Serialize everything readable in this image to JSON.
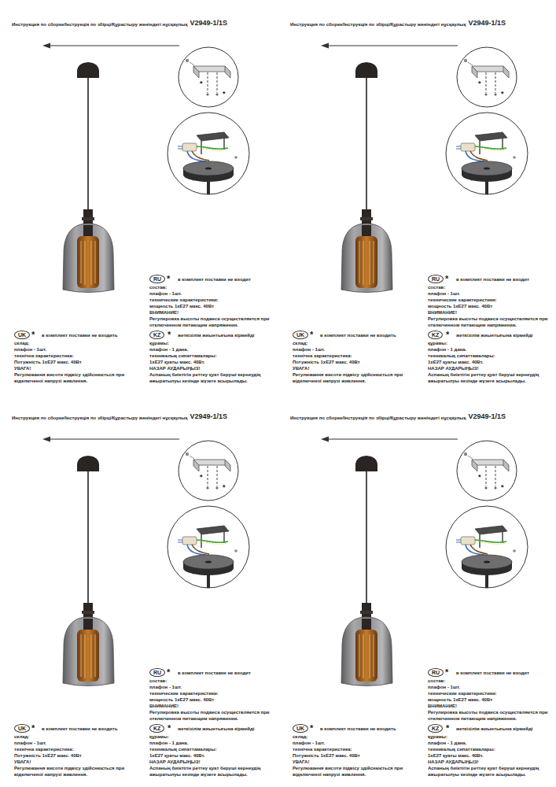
{
  "diagram": {
    "nodes": [
      {
        "text": [
          "RU"
        ]
      },
      {
        "text": [
          "UK"
        ]
      },
      {
        "text": [
          "KZ"
        ]
      },
      {
        "text": [
          "RU"
        ]
      },
      {
        "text": [
          "UK"
        ]
      },
      {
        "text": [
          "KZ"
        ]
      },
      {
        "text": [
          "RU"
        ]
      },
      {
        "text": [
          "UK"
        ]
      },
      {
        "text": [
          "KZ"
        ]
      },
      {
        "text": [
          "RU"
        ]
      },
      {
        "text": [
          "UK"
        ]
      },
      {
        "text": [
          "KZ"
        ]
      }
    ],
    "labels": [
      "Инструкция по сборке/Інструкція по збірці/Құрастыру жөніндегі нұсқаулық",
      "V2949-1/1S",
      "*",
      "*",
      "*",
      "в комплект поставки не входит",
      "состав:",
      "плафон - 1шт.",
      "технические характеристики:",
      "мощность 1xE27 макс. 40Вт",
      "ВНИМАНИЕ!",
      "Регулировка высоты подвеса осуществляется при отключенном питающем напряжении.",
      "*",
      "в комплект поставки не входить",
      "склад:",
      "плафон - 1шт.",
      "технічна характеристика:",
      "Потужність 1xE27 макс. 40Вт",
      "УВАГА!",
      "Регулювання висоти підвісу здійснюється при відключеної напрузі живлення.",
      "*",
      "жеткізілім жиынтығына кірмейді",
      "құрамы:",
      "плафон - 1 дана.",
      "техникалық сипаттамалары:",
      "1xE27 қуаты макс. 40Вт.",
      "НАЗАР АУДАРЫҢЫЗ!",
      "Аспаның биіктігін реттеу қуат беруші кернеудің ажыратылуы кезінде жүзеге асырылады.",
      "Инструкция по сборке/Інструкція по збірці/Құрастыру жөніндегі нұсқаулық",
      "V2949-1/1S",
      "*",
      "*",
      "*",
      "в комплект поставки не входит",
      "состав:",
      "плафон - 1шт.",
      "технические характеристики:",
      "мощность 1xE27 макс. 40Вт",
      "ВНИМАНИЕ!",
      "Регулировка высоты подвеса осуществляется при отключенном питающем напряжении.",
      "*",
      "в комплект поставки не входить",
      "склад:",
      "плафон - 1шт.",
      "технічна характеристика:",
      "Потужність 1xE27 макс. 40Вт",
      "УВАГА!",
      "Регулювання висоти підвісу здійснюється при відключеної напрузі живлення.",
      "*",
      "жеткізілім жиынтығына кірмейді",
      "құрамы:",
      "плафон - 1 дана.",
      "техникалық сипаттамалары:",
      "1xE27 қуаты макс. 40Вт.",
      "НАЗАР АУДАРЫҢЫЗ!",
      "Аспаның биіктігін реттеу қуат беруші кернеудің ажыратылуы кезінде жүзеге асырылады.",
      "Инструкция по сборке/Інструкція по збірці/Құрастыру жөніндегі нұсқаулық",
      "V2949-1/1S",
      "*",
      "*",
      "*",
      "в комплект поставки не входит",
      "состав:",
      "плафон - 1шт.",
      "технические характеристики:",
      "мощность 1xE27 макс. 40Вт",
      "ВНИМАНИЕ!",
      "Регулировка высоты подвеса осуществляется при отключенном питающем напряжении.",
      "*",
      "в комплект поставки не входить",
      "склад:",
      "плафон - 1шт.",
      "технічна характеристика:",
      "Потужність 1xE27 макс. 40Вт",
      "УВАГА!",
      "Регулювання висоти підвісу здійснюється при відключеної напрузі живлення.",
      "*",
      "жеткізілім жиынтығына кірмейді",
      "құрамы:",
      "плафон - 1 дана.",
      "техникалық сипаттамалары:",
      "1xE27 қуаты макс. 40Вт.",
      "НАЗАР АУДАРЫҢЫЗ!",
      "Аспаның биіктігін реттеу қуат беруші кернеудің ажыратылуы кезінде жүзеге асырылады.",
      "Инструкция по сборке/Інструкція по збірці/Құрастыру жөніндегі нұсқаулық",
      "V2949-1/1S",
      "*",
      "*",
      "*",
      "в комплект поставки не входит",
      "состав:",
      "плафон - 1шт.",
      "технические характеристики:",
      "мощность 1xE27 макс. 40Вт",
      "ВНИМАНИЕ!",
      "Регулировка высоты подвеса осуществляется при отключенном питающем напряжении.",
      "*",
      "в комплект поставки не входить",
      "склад:",
      "плафон - 1шт.",
      "технічна характеристика:",
      "Потужність 1xE27 макс. 40Вт",
      "УВАГА!",
      "Регулювання висоти підвісу здійснюється при відключеної напрузі живлення.",
      "*",
      "жеткізілім жиынтығына кірмейді",
      "құрамы:",
      "плафон - 1 дана.",
      "техникалық сипаттамалары:",
      "1xE27 қуаты макс. 40Вт.",
      "НАЗАР АУДАРЫҢЫЗ!",
      "Аспаның биіктігін реттеу қуат беруші кернеудің ажыратылуы кезінде жүзеге асырылады."
    ]
  }
}
